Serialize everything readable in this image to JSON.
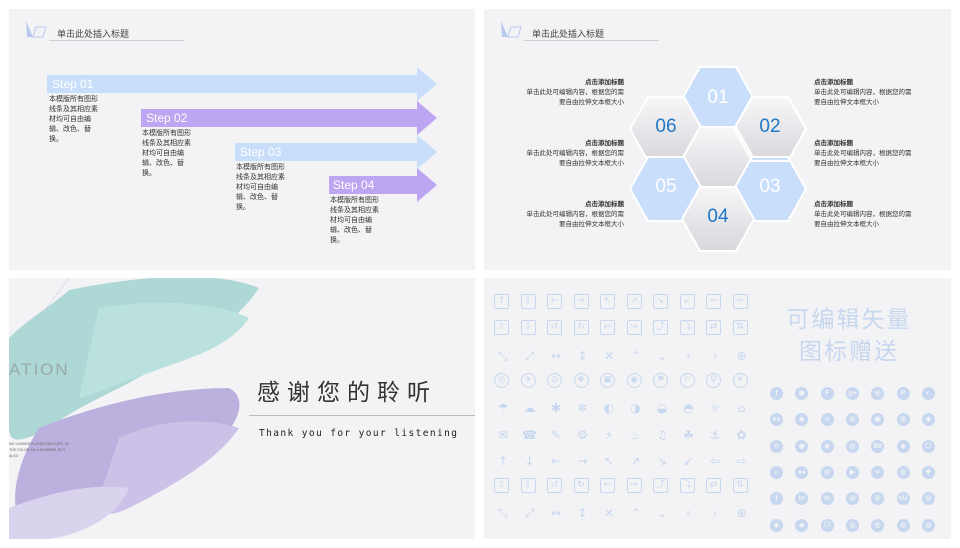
{
  "slide1": {
    "header_title": "单击此处插入标题",
    "steps": [
      {
        "label": "Step 01",
        "desc": "本模版所有图形\n线条及其相应素\n材均可自由编\n辑、改色、替\n换。",
        "color": "#c9defa"
      },
      {
        "label": "Step 02",
        "desc": "本模版所有图形\n线条及其相应素\n材均可自由编\n辑、改色、替\n换。",
        "color": "#bca6f2"
      },
      {
        "label": "Step 03",
        "desc": "本模版所有图形\n线条及其相应素\n材均可自由编\n辑、改色、替\n换。",
        "color": "#c9defa"
      },
      {
        "label": "Step 04",
        "desc": "本模版所有图形\n线条及其相应素\n材均可自由编\n辑、改色、替\n换。",
        "color": "#bca6f2"
      }
    ]
  },
  "slide2": {
    "header_title": "单击此处插入标题",
    "hex_numbers": [
      "01",
      "02",
      "03",
      "04",
      "05",
      "06"
    ],
    "info_boxes": [
      {
        "title": "点击添加标题",
        "body": "单击此处可编辑内容，根据您的需要自由拉伸文本框大小"
      },
      {
        "title": "点击添加标题",
        "body": "单击此处可编辑内容，根据您的需要自由拉伸文本框大小"
      },
      {
        "title": "点击添加标题",
        "body": "单击此处可编辑内容，根据您的需要自由拉伸文本框大小"
      },
      {
        "title": "点击添加标题",
        "body": "单击此处可编辑内容，根据您的需要自由拉伸文本框大小"
      },
      {
        "title": "点击添加标题",
        "body": "单击此处可编辑内容，根据您的需要自由拉伸文本框大小"
      },
      {
        "title": "点击添加标题",
        "body": "单击此处可编辑内容，根据您的需要自由拉伸文本框大小"
      }
    ],
    "hex_blue": "#c9defa",
    "hex_gray": "#e6e6ea",
    "number_color": "#1f78c8"
  },
  "slide3": {
    "title_cn": "感谢您的聆听",
    "subtitle_en": "Thank you for your listening",
    "partial_word": "ATION",
    "small_text": "NO LONGER PLACED\nDELICATE, IN THE COLOR AN\nA MODERN, BUT ALSO",
    "brush_teal": "#a7d6d2",
    "brush_purple": "#b7a9dc"
  },
  "slide4": {
    "title": "可编辑矢量\n图标赠送",
    "icon_color": "#c6d7ef",
    "arrow_icons": [
      "↑",
      "↓",
      "←",
      "→",
      "↖",
      "↗",
      "↘",
      "↙",
      "⇦",
      "⇨",
      "⇧",
      "⇩",
      "↺",
      "↻",
      "↩",
      "↪",
      "⤴",
      "⤵",
      "⇄",
      "⇅",
      "⤡",
      "⤢",
      "↔",
      "↕",
      "✕",
      "⌃",
      "⌄",
      "‹",
      "›",
      "⊕"
    ],
    "misc_icons": [
      "◎",
      "✈",
      "⊙",
      "❖",
      "▣",
      "◉",
      "⚑",
      "⚐",
      "⚲",
      "☀",
      "☂",
      "☁",
      "✱",
      "❄",
      "◐",
      "◑",
      "◒",
      "◓",
      "☼",
      "⌂",
      "✉",
      "☎",
      "✎",
      "⚙",
      "⚡",
      "♨",
      "♫",
      "☘",
      "⚓",
      "✿"
    ],
    "social_icons": [
      "f",
      "◉",
      "F",
      "g+",
      "◎",
      "P",
      "◐",
      "os",
      "◈",
      "ʊ",
      "◎",
      "◉",
      "◎",
      "◈",
      "℗",
      "◉",
      "◈",
      "◎",
      "Bē",
      "◈",
      "☐",
      "◐",
      "●●",
      "◎",
      "▶",
      "v",
      "◎",
      "✚",
      "t",
      "in",
      "in",
      "◎",
      "◎",
      "sU",
      "◎",
      "◈",
      "◈",
      "☐",
      "◎",
      "◎",
      "◎",
      "◎"
    ]
  }
}
